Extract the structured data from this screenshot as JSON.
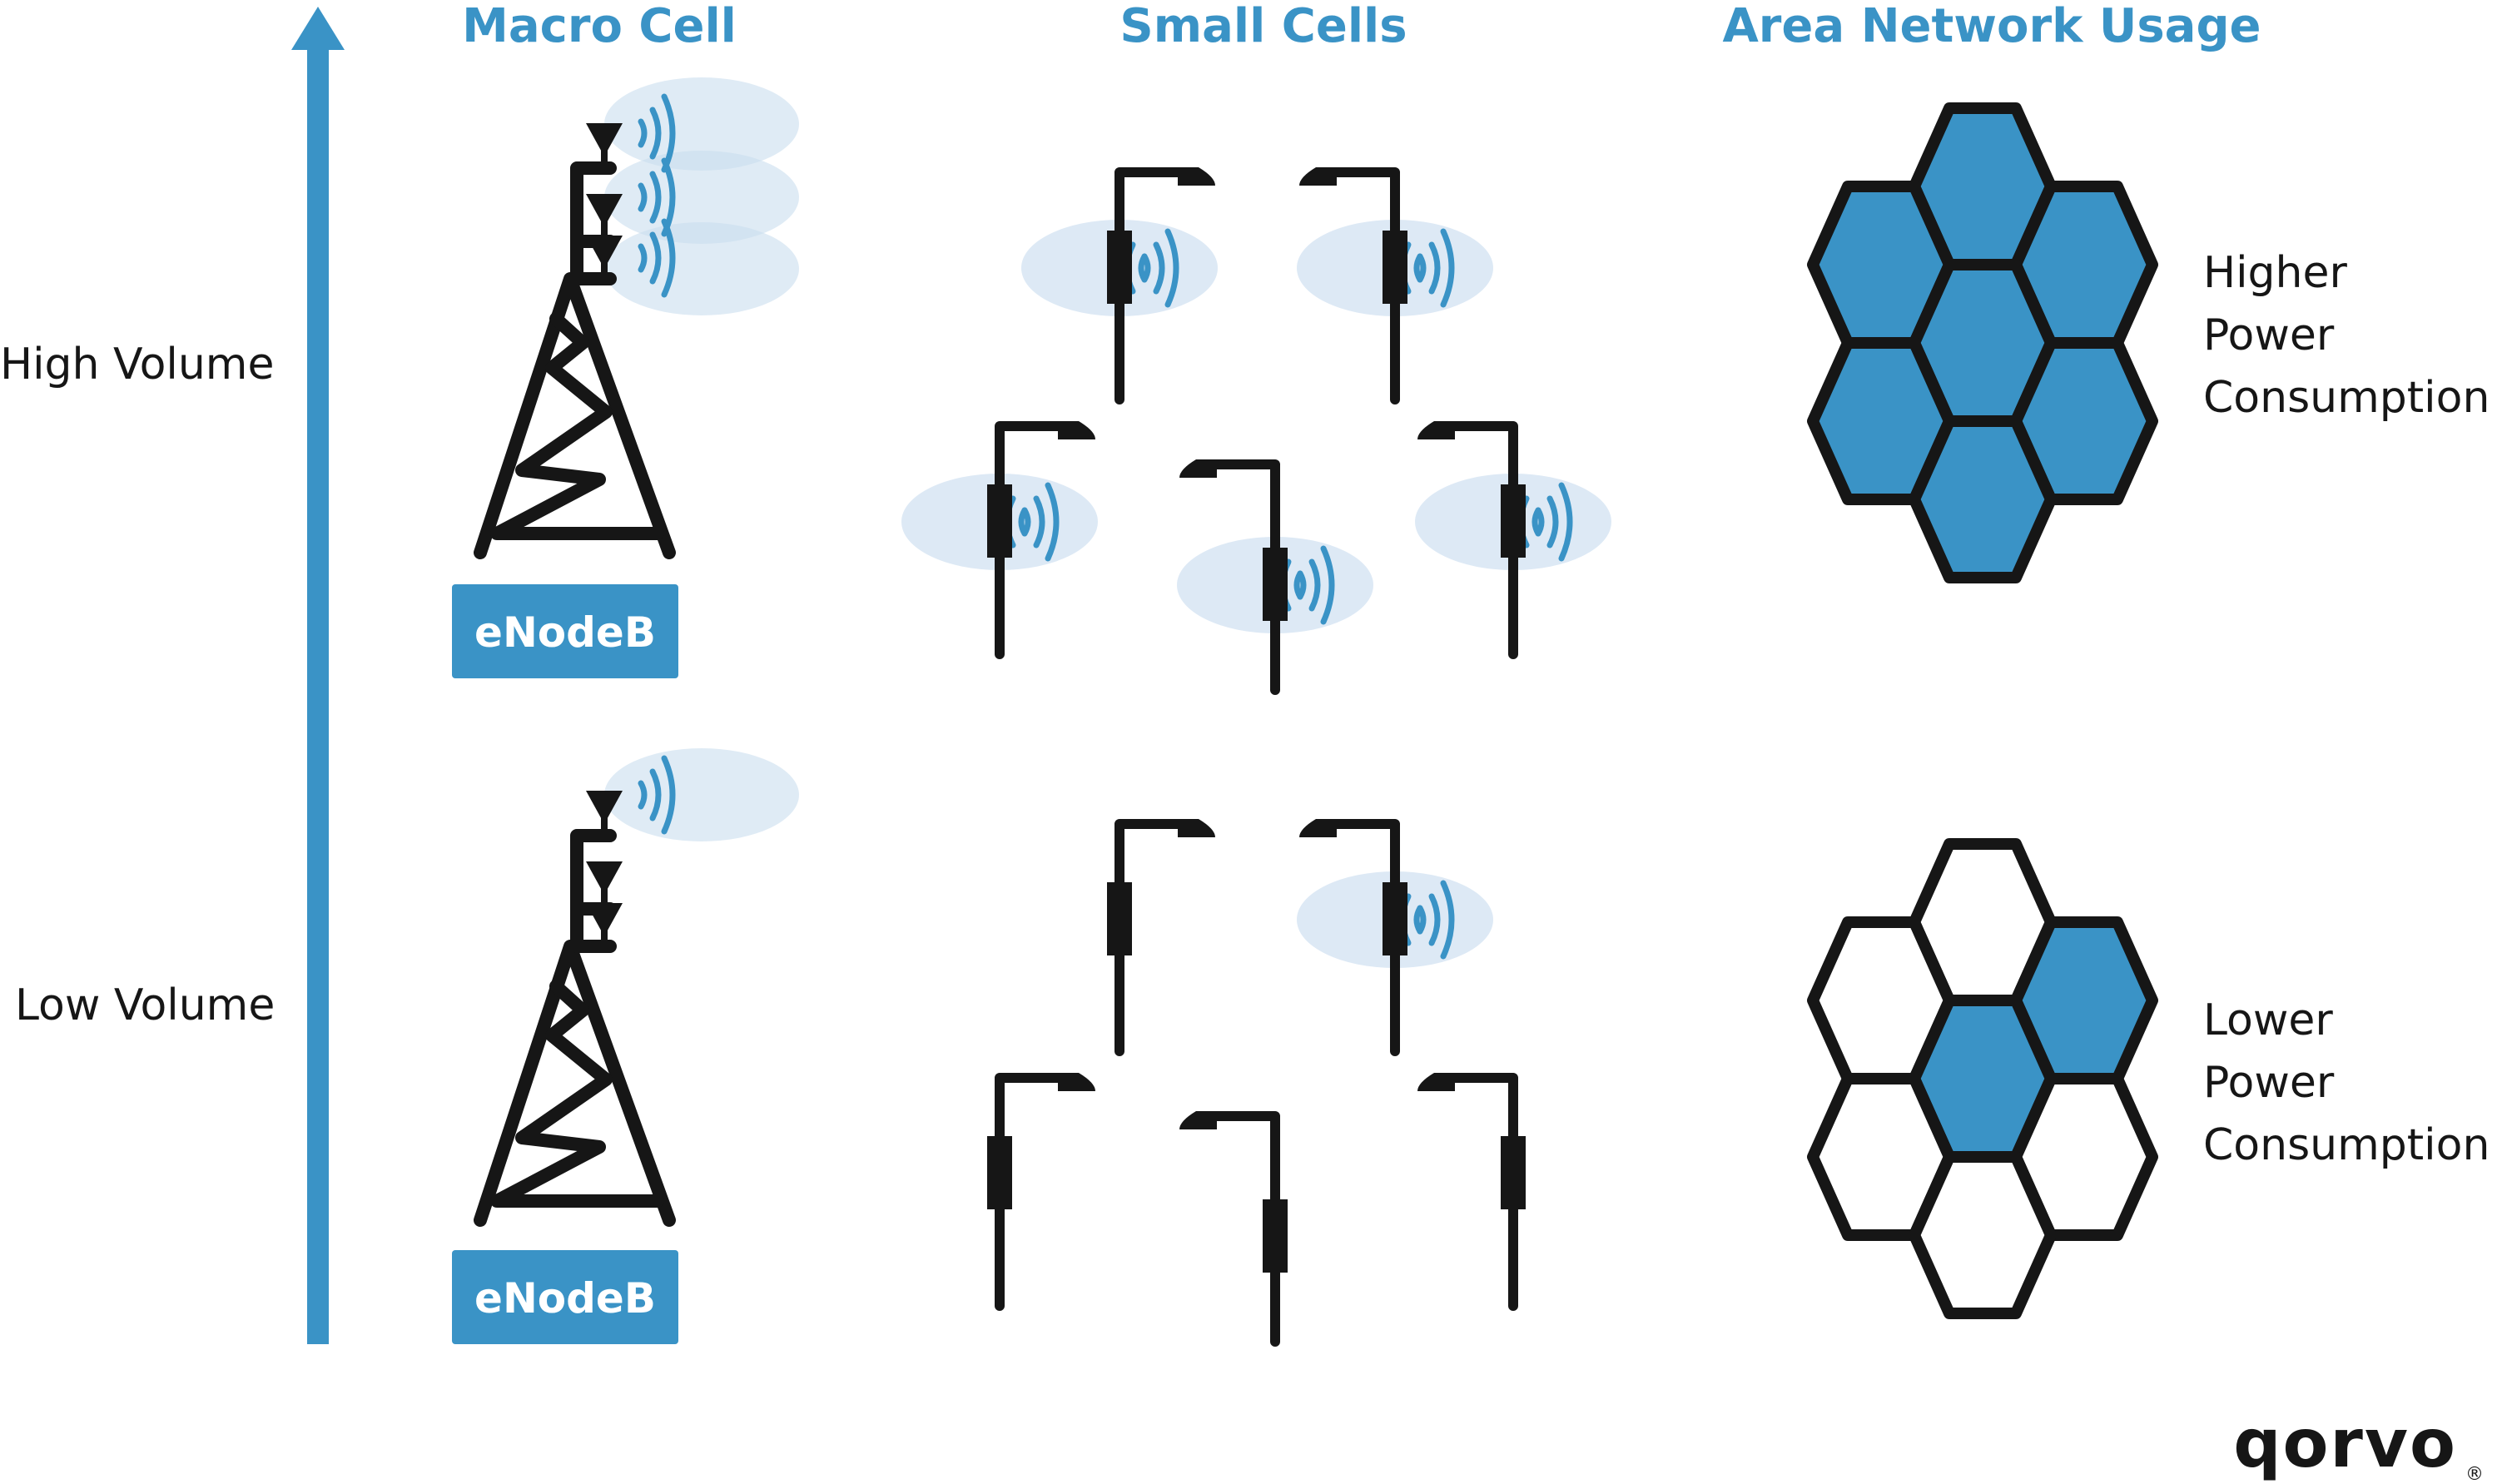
{
  "colors": {
    "accent": "#3a93c6",
    "halo": "#dde9f5",
    "ink": "#161616"
  },
  "titles": {
    "macro": "Macro Cell",
    "small": "Small Cells",
    "area": "Area Network Usage"
  },
  "axis": {
    "high": "High Volume",
    "low": "Low Volume"
  },
  "macro": {
    "high": {
      "label": "eNodeB",
      "active_antennas": 3
    },
    "low": {
      "label": "eNodeB",
      "active_antennas": 1
    }
  },
  "small_cells": {
    "high": {
      "total": 5,
      "active": 5
    },
    "low": {
      "total": 5,
      "active": 1
    }
  },
  "area": {
    "high": {
      "line1": "Higher",
      "line2": "Power",
      "line3": "Consumption",
      "filled_cells": 7,
      "total_cells": 7
    },
    "low": {
      "line1": "Lower",
      "line2": "Power",
      "line3": "Consumption",
      "filled_cells": 2,
      "total_cells": 7
    }
  },
  "logo": {
    "text": "qorvo",
    "mark": "®"
  }
}
